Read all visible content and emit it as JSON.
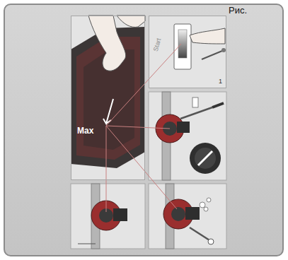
{
  "diagram": {
    "nodes": [
      {
        "text": [
          "Max"
        ]
      },
      {
        "text": [
          "Start",
          "1"
        ]
      }
    ],
    "labels": [
      "Рис."
    ]
  }
}
